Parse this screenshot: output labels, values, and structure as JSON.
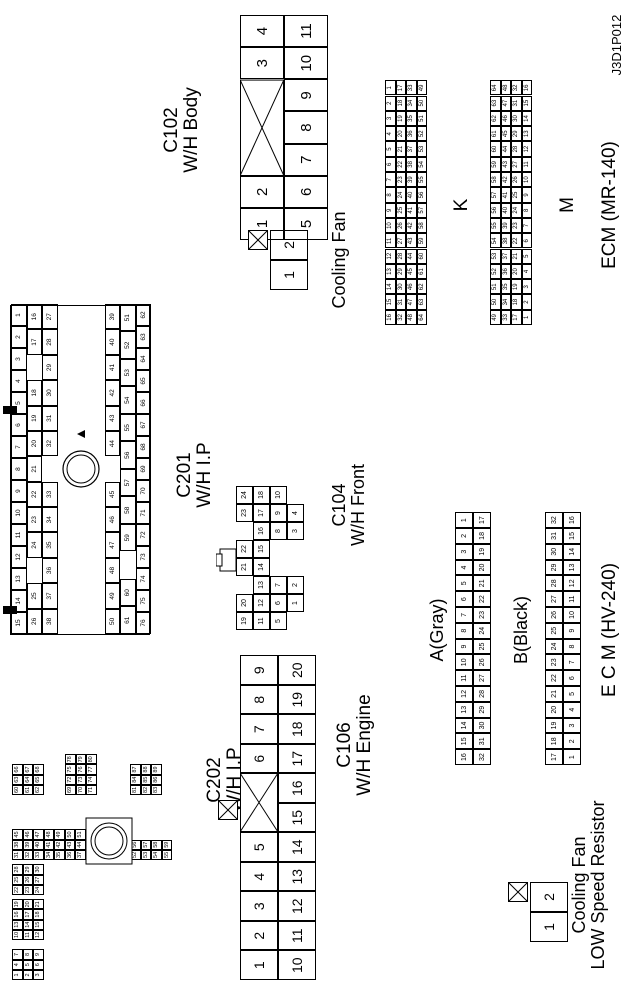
{
  "page_code": "J3D1P012",
  "connectors": {
    "c102": {
      "title": "C102",
      "subtitle": "W/H Body",
      "rows": [
        [
          "1",
          "2",
          "",
          "",
          "3",
          "4"
        ],
        [
          "5",
          "6",
          "7",
          "8",
          "9",
          "10",
          "11"
        ]
      ]
    },
    "c201": {
      "title": "C201",
      "subtitle": "W/H I.P",
      "top": [
        [
          "15",
          "14",
          "13",
          "12",
          "11",
          "10",
          "9",
          "8",
          "7",
          "6",
          "5",
          "4",
          "3",
          "2",
          "1"
        ],
        [
          "26",
          "25",
          "",
          "24",
          "23",
          "22",
          "21",
          "20",
          "19",
          "18",
          "",
          "17",
          "16"
        ],
        [
          "38",
          "37",
          "36",
          "35",
          "34",
          "33",
          "",
          "32",
          "31",
          "30",
          "29",
          "28",
          "27"
        ]
      ],
      "bottom": [
        [
          "50",
          "49",
          "48",
          "47",
          "46",
          "45",
          "",
          "44",
          "43",
          "42",
          "41",
          "40",
          "39"
        ],
        [
          "61",
          "60",
          "",
          "59",
          "58",
          "57",
          "56",
          "55",
          "54",
          "53",
          "52",
          "51"
        ],
        [
          "76",
          "75",
          "74",
          "73",
          "72",
          "71",
          "70",
          "69",
          "68",
          "67",
          "66",
          "65",
          "64",
          "63",
          "62"
        ]
      ]
    },
    "c202": {
      "title": "C202",
      "subtitle": "W/H I.P",
      "groups": [
        [
          [
            "1",
            "2",
            "3"
          ],
          [
            "4",
            "5",
            "6"
          ],
          [
            "7",
            "8",
            "9"
          ]
        ],
        [
          [
            "10",
            "11",
            "12"
          ],
          [
            "13",
            "14",
            "15"
          ],
          [
            "16",
            "17",
            "18"
          ],
          [
            "19",
            "20",
            "21"
          ]
        ],
        [
          [
            "22",
            "23",
            "24"
          ],
          [
            "25",
            "26",
            "27"
          ],
          [
            "28",
            "29",
            "30"
          ]
        ],
        [
          [
            "31",
            "32",
            "33",
            "34",
            "35",
            "36",
            "37"
          ],
          [
            "38",
            "39",
            "40",
            "41",
            "42",
            "43",
            "44"
          ],
          [
            "45",
            "46",
            "47",
            "48",
            "49",
            "50",
            "51"
          ]
        ],
        [
          [
            "52",
            "53",
            "54",
            "55"
          ],
          [
            "56",
            "57",
            "58",
            "59"
          ]
        ],
        [
          [
            "60",
            "61",
            "62"
          ],
          [
            "63",
            "64",
            "65"
          ],
          [
            "66",
            "67",
            "68"
          ]
        ],
        [
          [
            "69",
            "70",
            "71"
          ],
          [
            "72",
            "73",
            "74"
          ],
          [
            "75",
            "76",
            "77"
          ],
          [
            "78",
            "79",
            "80"
          ]
        ],
        [
          [
            "81",
            "82",
            "83"
          ],
          [
            "84",
            "85",
            "86"
          ],
          [
            "87",
            "88",
            "89"
          ]
        ]
      ]
    },
    "c104": {
      "title": "C104",
      "subtitle": "W/H Front",
      "rows": [
        [
          "",
          "1",
          "2",
          "",
          "",
          "3",
          "4"
        ],
        [
          "5",
          "6",
          "7",
          "",
          "",
          "8",
          "9",
          "10"
        ],
        [
          "11",
          "12",
          "13",
          "14",
          "15",
          "16",
          "17",
          "18"
        ],
        [
          "19",
          "20",
          "",
          "21",
          "22",
          "",
          "23",
          "24"
        ]
      ]
    },
    "c106": {
      "title": "C106",
      "subtitle": "W/H Engine",
      "rows": [
        [
          "1",
          "2",
          "3",
          "4",
          "5",
          "",
          "6",
          "7",
          "8",
          "9"
        ],
        [
          "10",
          "11",
          "12",
          "13",
          "14",
          "15",
          "16",
          "17",
          "18",
          "19",
          "20"
        ]
      ]
    },
    "cooling_fan": {
      "title": "Cooling Fan",
      "pins": [
        "1",
        "2"
      ]
    },
    "cooling_fan_resistor": {
      "title": "Cooling Fan",
      "subtitle": "LOW Speed Resistor",
      "pins": [
        "1",
        "2"
      ]
    },
    "ecm_hv240": {
      "title": "E C M (HV-240)",
      "a_label": "A(Gray)",
      "a_rows": [
        [
          "16",
          "15",
          "14",
          "13",
          "12",
          "11",
          "10",
          "9",
          "8",
          "7",
          "6",
          "5",
          "4",
          "3",
          "2",
          "1"
        ],
        [
          "32",
          "31",
          "30",
          "29",
          "28",
          "27",
          "26",
          "25",
          "24",
          "23",
          "22",
          "21",
          "20",
          "19",
          "18",
          "17"
        ]
      ],
      "b_label": "B(Black)",
      "b_rows": [
        [
          "17",
          "18",
          "19",
          "20",
          "21",
          "22",
          "23",
          "24",
          "25",
          "26",
          "27",
          "28",
          "29",
          "30",
          "31",
          "32"
        ],
        [
          "1",
          "2",
          "3",
          "4",
          "5",
          "6",
          "7",
          "8",
          "9",
          "10",
          "11",
          "12",
          "13",
          "14",
          "15",
          "16"
        ]
      ]
    },
    "ecm_mr140": {
      "title": "ECM (MR-140)",
      "k_label": "K",
      "k_rows": [
        [
          "1",
          "2",
          "3",
          "4",
          "5",
          "6",
          "7",
          "8",
          "9",
          "10",
          "11",
          "12",
          "13",
          "14",
          "15",
          "16"
        ],
        [
          "17",
          "18",
          "19",
          "20",
          "21",
          "22",
          "23",
          "24",
          "25",
          "26",
          "27",
          "28",
          "29",
          "30",
          "31",
          "32"
        ],
        [
          "33",
          "34",
          "35",
          "36",
          "37",
          "38",
          "39",
          "40",
          "41",
          "42",
          "43",
          "44",
          "45",
          "46",
          "47",
          "48"
        ],
        [
          "49",
          "50",
          "51",
          "52",
          "53",
          "54",
          "55",
          "56",
          "57",
          "58",
          "59",
          "60",
          "61",
          "62",
          "63",
          "64"
        ]
      ],
      "m_label": "M",
      "m_rows": [
        [
          "64",
          "63",
          "62",
          "61",
          "60",
          "59",
          "58",
          "57",
          "56",
          "55",
          "54",
          "53",
          "52",
          "51",
          "50",
          "49"
        ],
        [
          "48",
          "47",
          "46",
          "45",
          "44",
          "43",
          "42",
          "41",
          "40",
          "39",
          "38",
          "37",
          "36",
          "35",
          "34",
          "33"
        ],
        [
          "32",
          "31",
          "30",
          "29",
          "28",
          "27",
          "26",
          "25",
          "24",
          "23",
          "22",
          "21",
          "20",
          "19",
          "18",
          "17"
        ],
        [
          "16",
          "15",
          "14",
          "13",
          "12",
          "11",
          "10",
          "9",
          "8",
          "7",
          "6",
          "5",
          "4",
          "3",
          "2",
          "1"
        ]
      ]
    }
  }
}
